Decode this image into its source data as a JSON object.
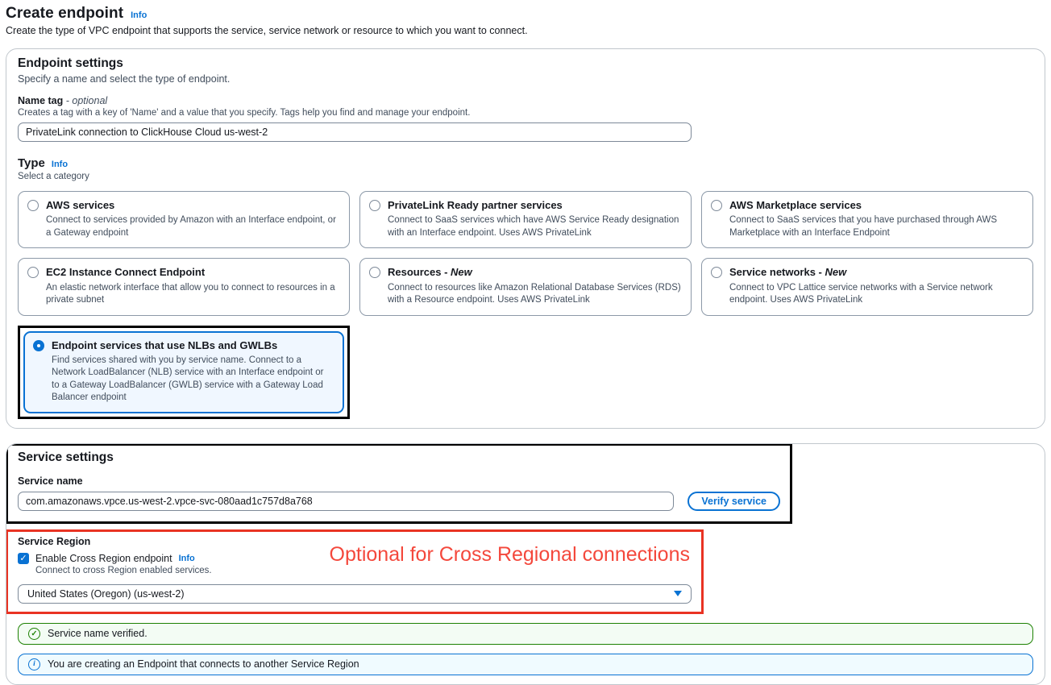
{
  "page": {
    "title": "Create endpoint",
    "title_info": "Info",
    "description": "Create the type of VPC endpoint that supports the service, service network or resource to which you want to connect."
  },
  "endpoint_settings": {
    "heading": "Endpoint settings",
    "subheading": "Specify a name and select the type of endpoint.",
    "name_tag": {
      "label": "Name tag",
      "optional_suffix": "- optional",
      "help": "Creates a tag with a key of 'Name' and a value that you specify. Tags help you find and manage your endpoint.",
      "value": "PrivateLink connection to ClickHouse Cloud us-west-2"
    },
    "type": {
      "label": "Type",
      "info": "Info",
      "help": "Select a category",
      "options": [
        {
          "title": "AWS services",
          "suffix": "",
          "description": "Connect to services provided by Amazon with an Interface endpoint, or a Gateway endpoint",
          "selected": false
        },
        {
          "title": "PrivateLink Ready partner services",
          "suffix": "",
          "description": "Connect to SaaS services which have AWS Service Ready designation with an Interface endpoint. Uses AWS PrivateLink",
          "selected": false
        },
        {
          "title": "AWS Marketplace services",
          "suffix": "",
          "description": "Connect to SaaS services that you have purchased through AWS Marketplace with an Interface Endpoint",
          "selected": false
        },
        {
          "title": "EC2 Instance Connect Endpoint",
          "suffix": "",
          "description": "An elastic network interface that allow you to connect to resources in a private subnet",
          "selected": false
        },
        {
          "title": "Resources -",
          "suffix": "New",
          "description": "Connect to resources like Amazon Relational Database Services (RDS) with a Resource endpoint. Uses AWS PrivateLink",
          "selected": false
        },
        {
          "title": "Service networks -",
          "suffix": "New",
          "description": "Connect to VPC Lattice service networks with a Service network endpoint. Uses AWS PrivateLink",
          "selected": false
        },
        {
          "title": "Endpoint services that use NLBs and GWLBs",
          "suffix": "",
          "description": "Find services shared with you by service name. Connect to a Network LoadBalancer (NLB) service with an Interface endpoint or to a Gateway LoadBalancer (GWLB) service with a Gateway Load Balancer endpoint",
          "selected": true
        }
      ]
    }
  },
  "service_settings": {
    "heading": "Service settings",
    "service_name": {
      "label": "Service name",
      "value": "com.amazonaws.vpce.us-west-2.vpce-svc-080aad1c757d8a768",
      "verify_button": "Verify service"
    },
    "service_region": {
      "label": "Service Region",
      "checkbox_checked": true,
      "checkbox_label": "Enable Cross Region endpoint",
      "checkbox_info": "Info",
      "checkbox_help": "Connect to cross Region enabled services.",
      "region_value": "United States (Oregon) (us-west-2)",
      "annotation": "Optional for Cross Regional connections"
    },
    "alerts": {
      "success": "Service name verified.",
      "info": "You are creating an Endpoint that connects to another Service Region"
    }
  },
  "icons": {
    "success_check": "✓",
    "info_i": "i",
    "checkbox_check": "✓"
  },
  "colors": {
    "accent_blue": "#0972d3",
    "selected_tile_bg": "#f0f7ff",
    "success_green": "#1d8102",
    "success_bg": "#f3fcf4",
    "info_bg": "#f0fbff",
    "annotation_red": "#e93323",
    "annotation_black": "#000000",
    "text_primary": "#16191f",
    "text_secondary": "#414d5c"
  }
}
